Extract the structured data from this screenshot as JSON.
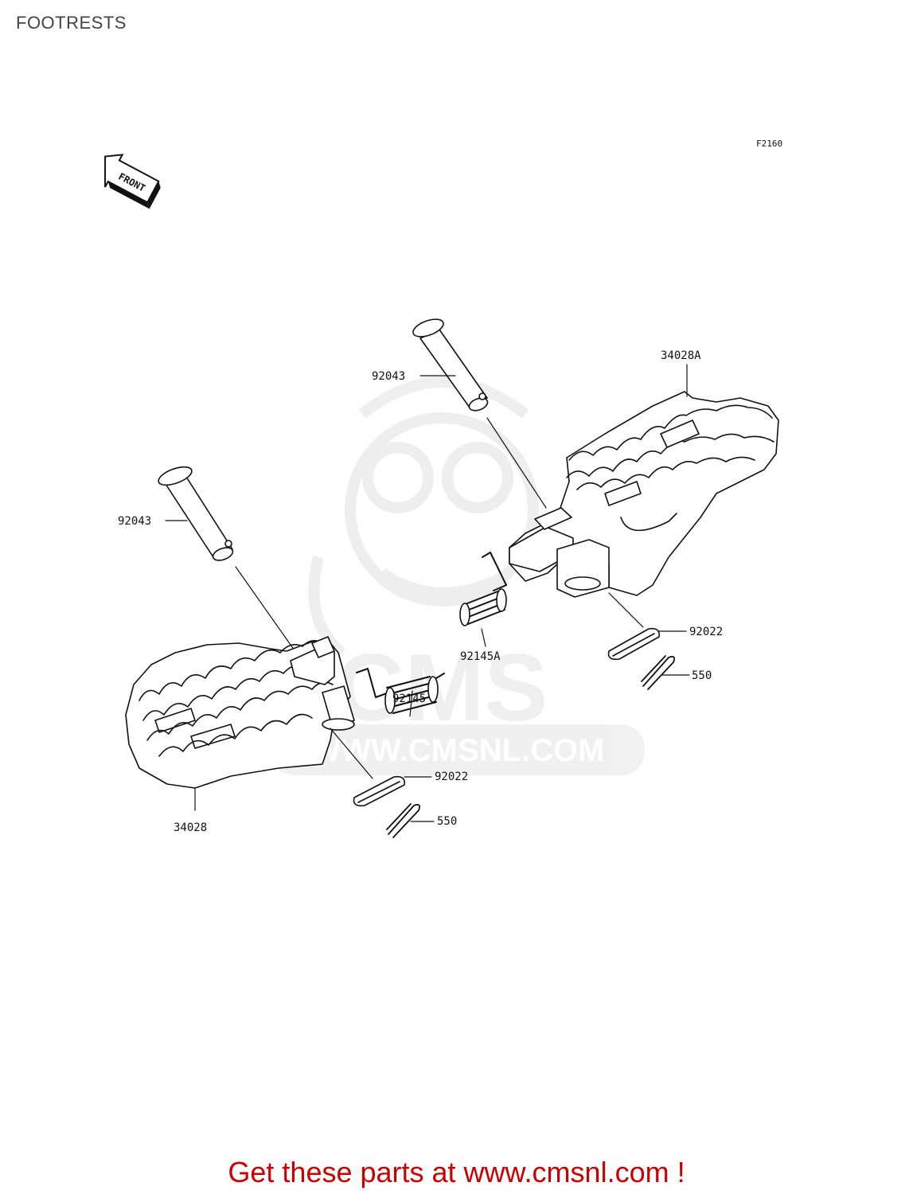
{
  "page": {
    "title": "FOOTRESTS",
    "diagram_code": "F2160",
    "front_arrow_label": "FRONT"
  },
  "watermark": {
    "brand": "CMS",
    "url": "WWW.CMSNL.COM"
  },
  "parts": {
    "pin_right": "92043",
    "footrest_right": "34028A",
    "pin_left": "92043",
    "spring_right": "92145A",
    "washer_right": "92022",
    "cotter_right": "550",
    "spring_left": "92145",
    "footrest_left": "34028",
    "washer_left": "92022",
    "cotter_left": "550"
  },
  "footer": {
    "link_text": "Get these parts at www.cmsnl.com !",
    "color": "#cc0000"
  }
}
